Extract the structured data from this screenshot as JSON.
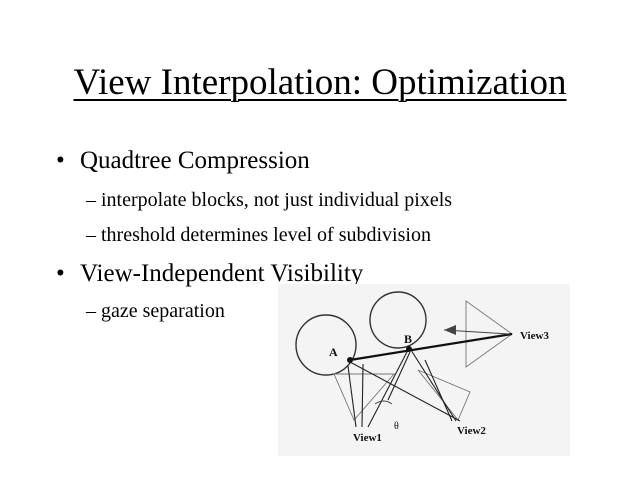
{
  "slide": {
    "title": "View Interpolation: Optimization",
    "bullets": [
      {
        "marker": "•",
        "text": "Quadtree Compression",
        "subs": [
          "– interpolate blocks, not just individual pixels",
          "– threshold determines level of subdivision"
        ]
      },
      {
        "marker": "•",
        "text": "View-Independent Visibility",
        "subs": [
          "– gaze separation"
        ]
      }
    ]
  },
  "figure": {
    "labels": {
      "a": "A",
      "b": "B",
      "view1": "View1",
      "view2": "View2",
      "view3": "View3",
      "theta": "θ"
    }
  }
}
